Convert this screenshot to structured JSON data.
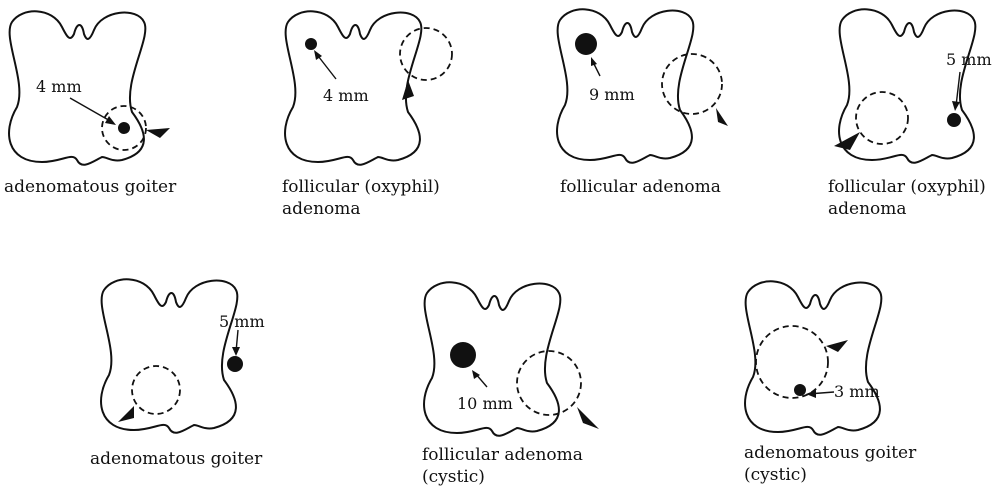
{
  "panels": [
    {
      "caption_line1": "adenomatous goiter",
      "caption_line2": "",
      "measure": "4 mm"
    },
    {
      "caption_line1": "follicular (oxyphil)",
      "caption_line2": "adenoma",
      "measure": "4 mm"
    },
    {
      "caption_line1": "follicular adenoma",
      "caption_line2": "",
      "measure": "9 mm"
    },
    {
      "caption_line1": "follicular (oxyphil)",
      "caption_line2": "adenoma",
      "measure": "5 mm"
    },
    {
      "caption_line1": "adenomatous goiter",
      "caption_line2": "",
      "measure": "5 mm"
    },
    {
      "caption_line1": "follicular adenoma",
      "caption_line2": "(cystic)",
      "measure": "10 mm"
    },
    {
      "caption_line1": "adenomatous goiter",
      "caption_line2": "(cystic)",
      "measure": "3 mm"
    }
  ],
  "colors": {
    "ink": "#111111",
    "background": "#ffffff"
  }
}
